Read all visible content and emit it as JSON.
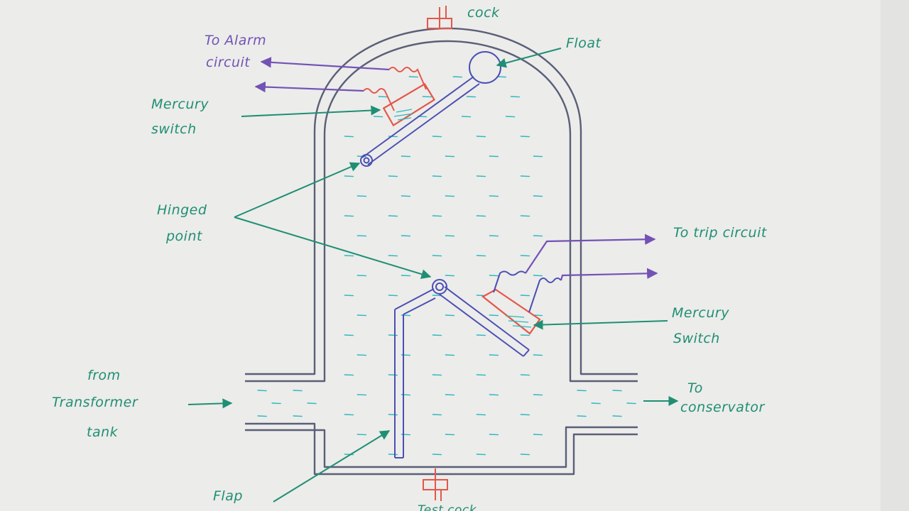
{
  "colors": {
    "paper": "#ececea",
    "vessel": "#5a5f78",
    "label_green": "#1f8f74",
    "wire_purple": "#7352b6",
    "mercury_red": "#e4574a",
    "liquid_cyan": "#2bb8c0",
    "float_blue": "#4b4fb4"
  },
  "labels": {
    "cock_top": "cock",
    "float": "Float",
    "alarm_line1": "To Alarm",
    "alarm_line2": "circuit",
    "mercury_upper_line1": "Mercury",
    "mercury_upper_line2": "switch",
    "hinged_line1": "Hinged",
    "hinged_line2": "point",
    "trip": "To trip circuit",
    "mercury_lower_line1": "Mercury",
    "mercury_lower_line2": "Switch",
    "from_line1": "from",
    "from_line2": "Transformer",
    "from_line3": "tank",
    "to_line1": "To",
    "to_line2": "conservator",
    "flap": "Flap",
    "cock_bottom": "Test cock"
  }
}
